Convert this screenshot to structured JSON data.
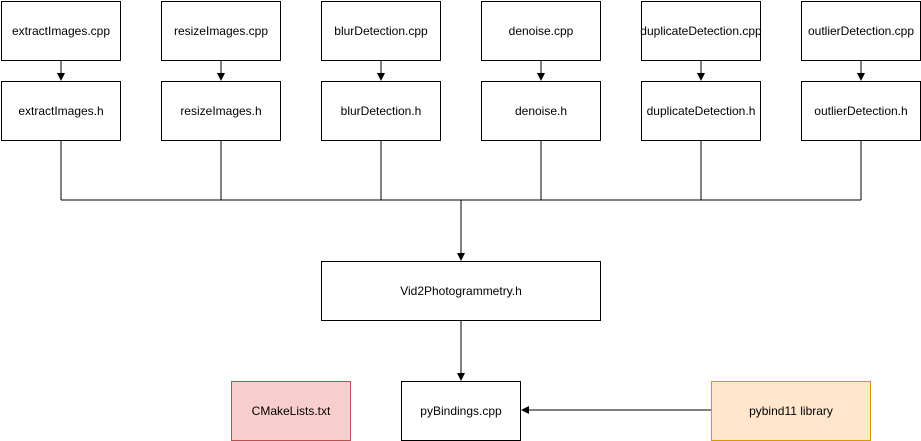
{
  "nodes": {
    "extract_cpp": "extractImages.cpp",
    "resize_cpp": "resizeImages.cpp",
    "blur_cpp": "blurDetection.cpp",
    "denoise_cpp": "denoise.cpp",
    "duplicate_cpp": "duplicateDetection.cpp",
    "outlier_cpp": "outlierDetection.cpp",
    "extract_h": "extractImages.h",
    "resize_h": "resizeImages.h",
    "blur_h": "blurDetection.h",
    "denoise_h": "denoise.h",
    "duplicate_h": "duplicateDetection.h",
    "outlier_h": "outlierDetection.h",
    "vid2": "Vid2Photogrammetry.h",
    "cmake": "CMakeLists.txt",
    "pybindings": "pyBindings.cpp",
    "pybind11": "pybind11 library"
  },
  "colors": {
    "box_border": "#000000",
    "box_fill": "#ffffff",
    "cmake_fill": "#f8cecc",
    "cmake_border": "#b85450",
    "pybind_fill": "#ffe6cc",
    "pybind_border": "#d79b00",
    "edge": "#000000"
  }
}
